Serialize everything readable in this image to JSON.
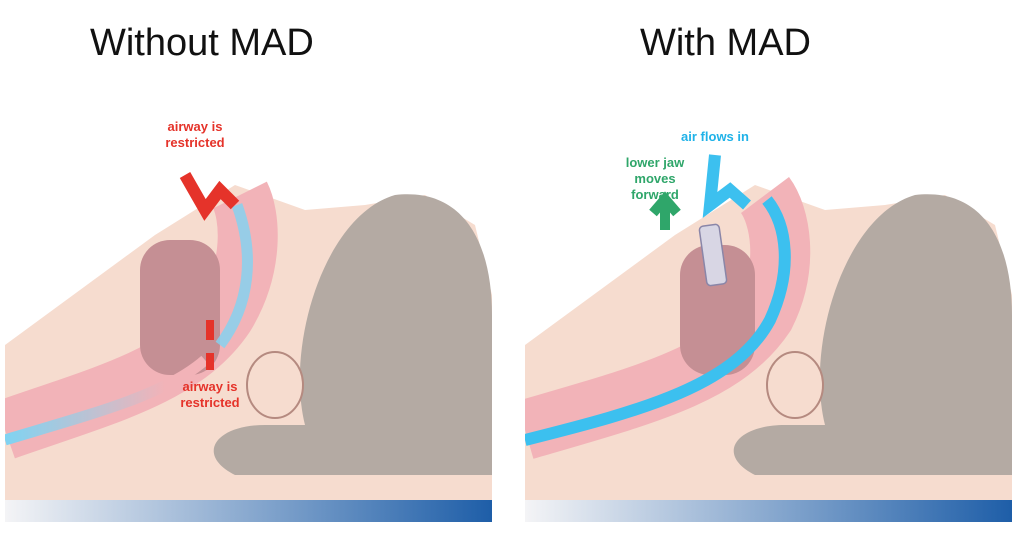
{
  "left": {
    "title": "Without MAD",
    "label_top": "airway is restricted",
    "label_bottom": "airway is restricted"
  },
  "right": {
    "title": "With MAD",
    "label_air": "air flows in",
    "label_jaw": "lower jaw moves forward"
  },
  "colors": {
    "skin": "#f6dccf",
    "hair": "#b4aaa3",
    "airway": "#f2b3b8",
    "air": "#3cc0ef",
    "restricted": "#e5332a",
    "jaw": "#2fa66a",
    "bed": "#1e5ea8"
  }
}
